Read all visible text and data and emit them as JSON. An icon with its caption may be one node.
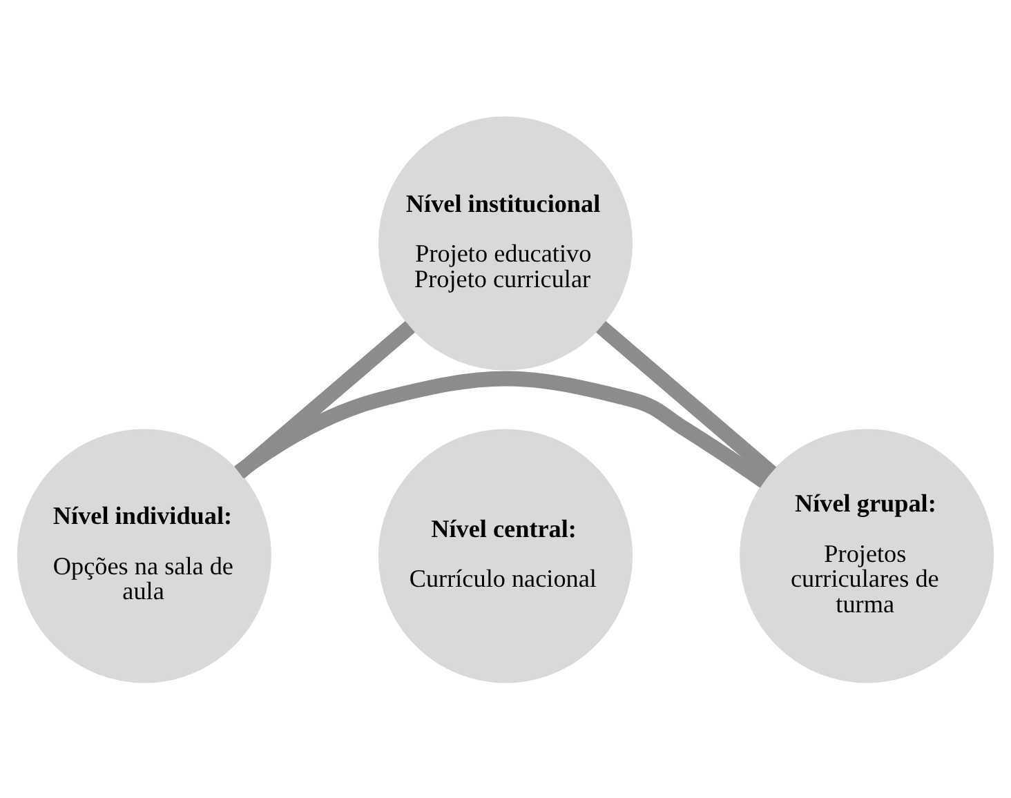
{
  "diagram": {
    "nodes": [
      {
        "text": [
          "Nível institucional",
          "Projeto educativo Projeto curricular"
        ]
      },
      {
        "text": [
          "Nível individual:",
          "Opções na sala de aula"
        ]
      },
      {
        "text": [
          "Nível central:",
          "Currículo nacional"
        ]
      },
      {
        "text": [
          "Nível grupal:",
          "Projetos curriculares de turma"
        ]
      }
    ],
    "edges": [
      {
        "from": 0,
        "to": 3,
        "arrow": "none"
      },
      {
        "from": 3,
        "to": 1,
        "arrow": "none"
      },
      {
        "from": 1,
        "to": 0,
        "arrow": "none"
      }
    ]
  }
}
